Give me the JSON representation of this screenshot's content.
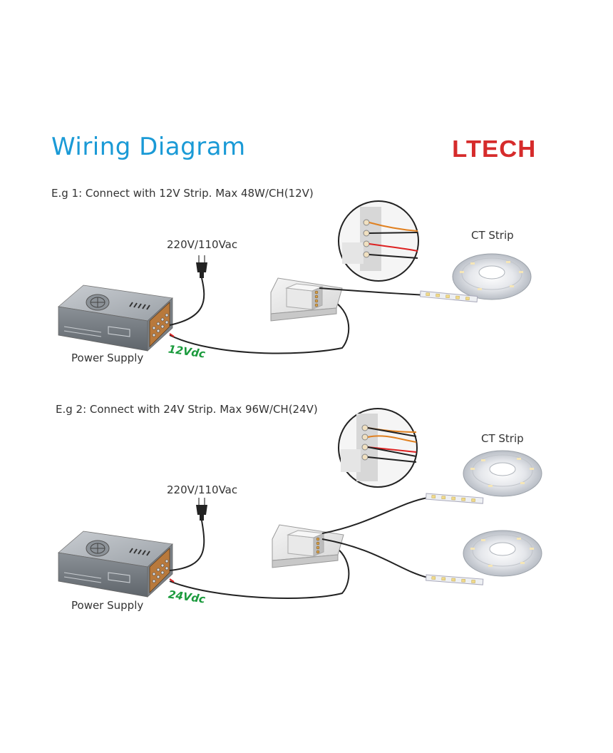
{
  "header": {
    "title": "Wiring Diagram",
    "logo_text": "LTECH"
  },
  "example1": {
    "caption": "E.g 1: Connect with 12V Strip. Max 48W/CH(12V)",
    "mains_label": "220V/110Vac",
    "supply_label": "Power Supply",
    "voltage_label": "12Vdc",
    "strip_label": "CT Strip"
  },
  "example2": {
    "caption": "E.g 2: Connect with 24V Strip. Max 96W/CH(24V)",
    "mains_label": "220V/110Vac",
    "supply_label": "Power Supply",
    "voltage_label": "24Vdc",
    "strip_label": "CT Strip"
  },
  "colors": {
    "title": "#1a9ad6",
    "logo": "#d62b2b",
    "voltage": "#1a9a3c"
  }
}
